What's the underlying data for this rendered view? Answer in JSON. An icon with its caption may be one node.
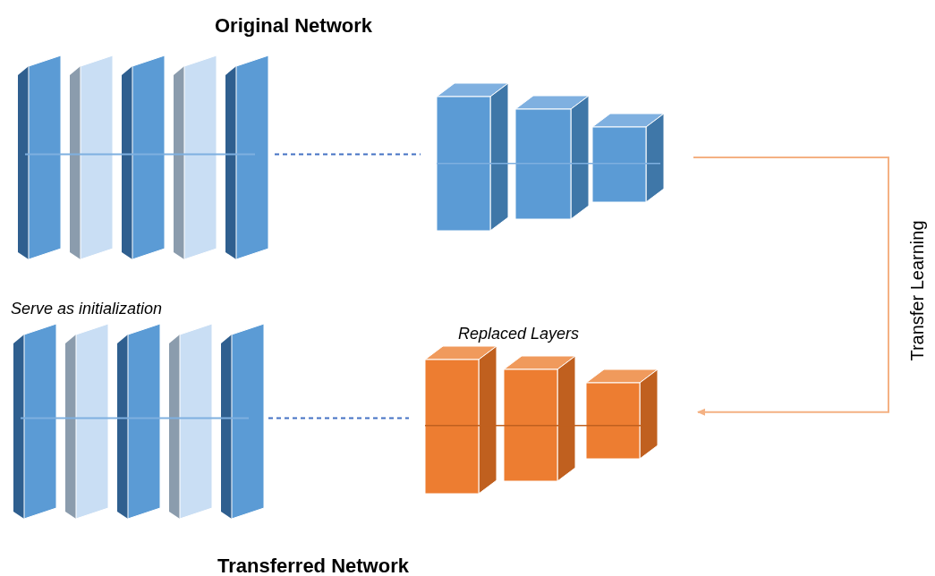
{
  "diagram": {
    "title": "Original Network",
    "nodes": [
      {
        "text": [],
        "shape": "picture"
      },
      {
        "text": [],
        "shape": "picture"
      },
      {
        "text": [],
        "shape": "picture",
        "beside": [
          "Serve as initialization"
        ]
      },
      {
        "text": [],
        "shape": "picture",
        "beside": [
          "Replaced Layers"
        ]
      }
    ],
    "edges": [
      {
        "from": 0,
        "to": 1,
        "arrow": "none",
        "style": "dashed"
      },
      {
        "from": 2,
        "to": 3,
        "arrow": "none",
        "style": "dashed"
      },
      {
        "from": 1,
        "to": 3,
        "arrow": "to",
        "label": "Transfer Learning",
        "color": "#f4b183"
      }
    ],
    "labels": [
      "Transferred Network"
    ]
  }
}
